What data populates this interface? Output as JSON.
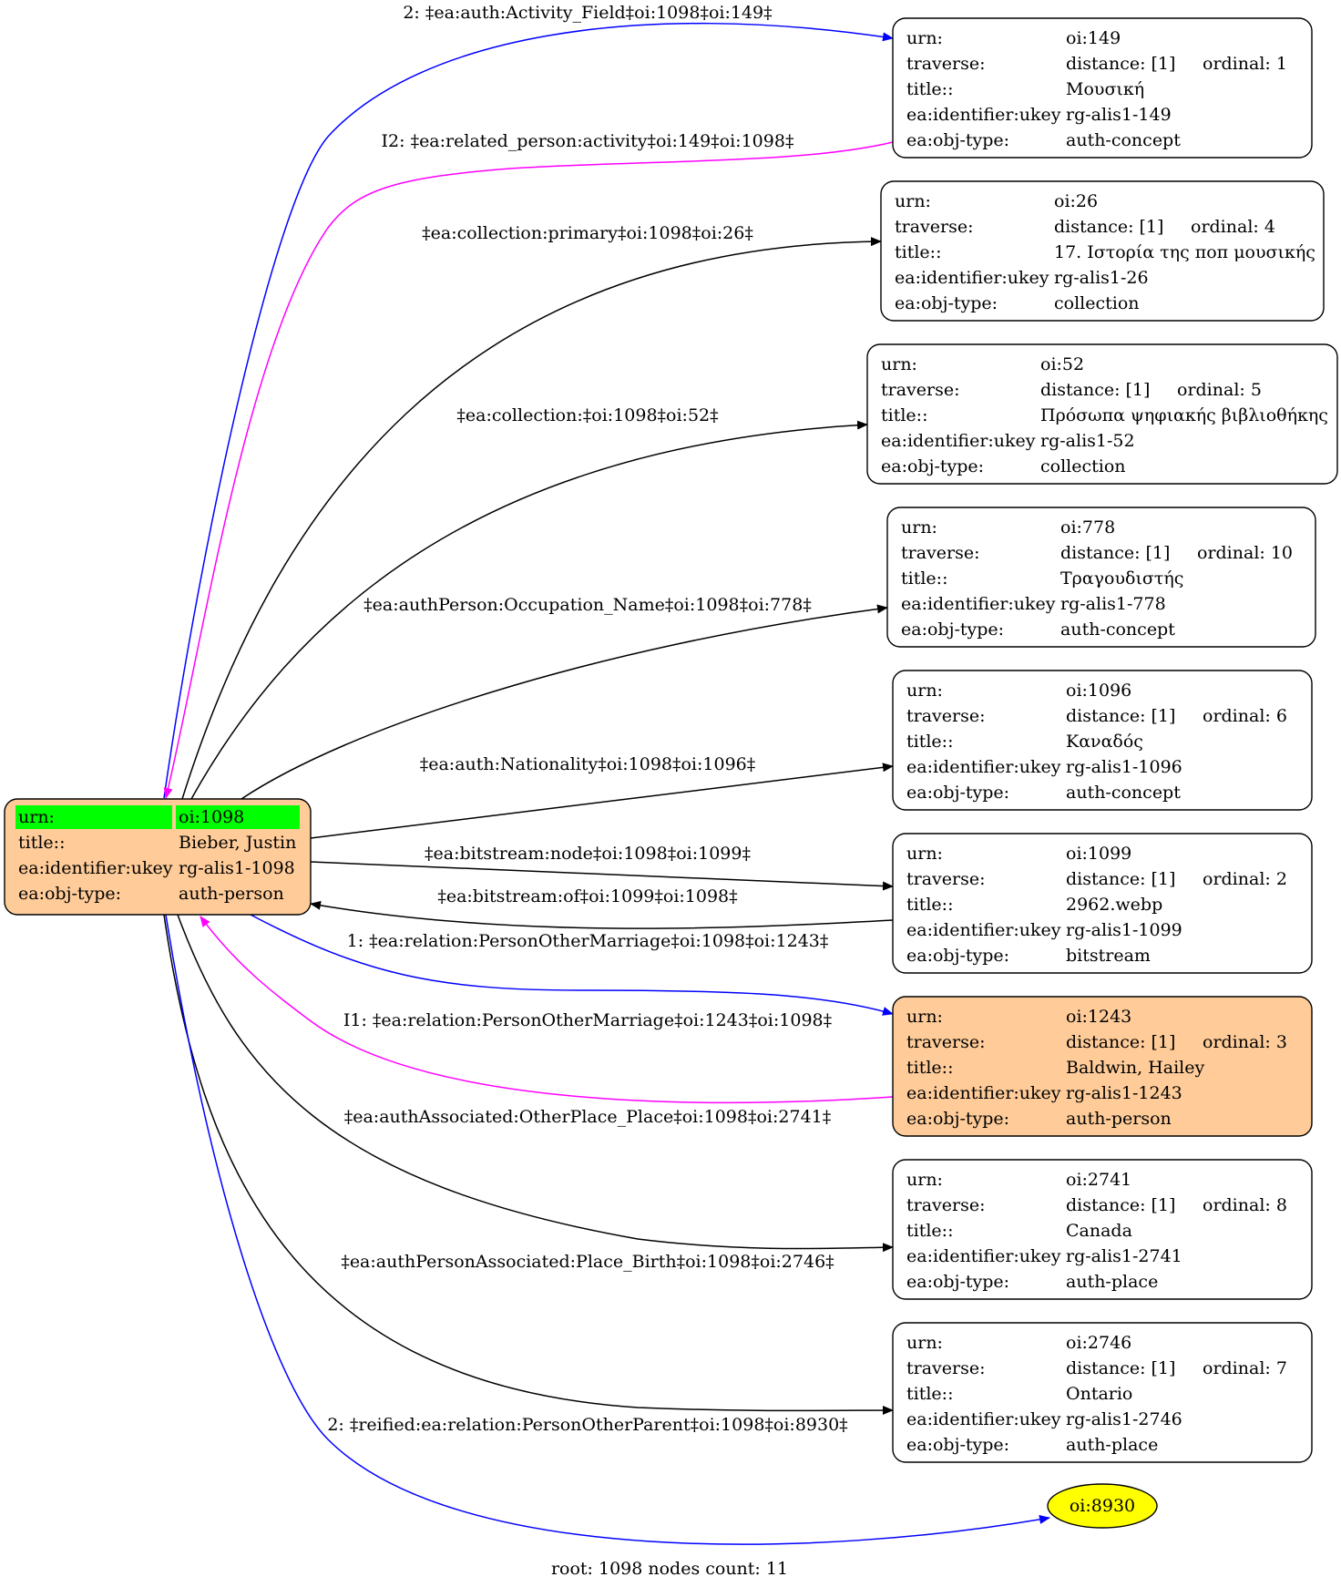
{
  "colors": {
    "edge_default": "#000000",
    "edge_blue": "#0000ff",
    "edge_magenta": "#ff00ff",
    "root_fill": "#ffcc99",
    "highlight_fill": "#ffcc99",
    "root_header_fill": "#00ff00",
    "ellipse_fill": "#ffff00"
  },
  "root": {
    "rows": [
      {
        "key": "urn:",
        "val": "oi:1098"
      },
      {
        "key": "title::",
        "val": "Bieber, Justin"
      },
      {
        "key": "ea:identifier:ukey",
        "val": "rg-alis1-1098"
      },
      {
        "key": "ea:obj-type:",
        "val": "auth-person"
      }
    ]
  },
  "nodes": [
    {
      "urn": "oi:149",
      "distance": "distance: [1]",
      "ordinal": "ordinal: 1",
      "title": "Μουσική",
      "ukey": "rg-alis1-149",
      "type": "auth-concept",
      "highlight": false
    },
    {
      "urn": "oi:26",
      "distance": "distance: [1]",
      "ordinal": "ordinal: 4",
      "title": "17. Ιστορία της ποπ μουσικής",
      "ukey": "rg-alis1-26",
      "type": "collection",
      "highlight": false
    },
    {
      "urn": "oi:52",
      "distance": "distance: [1]",
      "ordinal": "ordinal: 5",
      "title": "Πρόσωπα ψηφιακής βιβλιοθήκης",
      "ukey": "rg-alis1-52",
      "type": "collection",
      "highlight": false
    },
    {
      "urn": "oi:778",
      "distance": "distance: [1]",
      "ordinal": "ordinal: 10",
      "title": "Τραγουδιστής",
      "ukey": "rg-alis1-778",
      "type": "auth-concept",
      "highlight": false
    },
    {
      "urn": "oi:1096",
      "distance": "distance: [1]",
      "ordinal": "ordinal: 6",
      "title": "Καναδός",
      "ukey": "rg-alis1-1096",
      "type": "auth-concept",
      "highlight": false
    },
    {
      "urn": "oi:1099",
      "distance": "distance: [1]",
      "ordinal": "ordinal: 2",
      "title": "2962.webp",
      "ukey": "rg-alis1-1099",
      "type": "bitstream",
      "highlight": false
    },
    {
      "urn": "oi:1243",
      "distance": "distance: [1]",
      "ordinal": "ordinal: 3",
      "title": "Baldwin, Hailey",
      "ukey": "rg-alis1-1243",
      "type": "auth-person",
      "highlight": true
    },
    {
      "urn": "oi:2741",
      "distance": "distance: [1]",
      "ordinal": "ordinal: 8",
      "title": "Canada",
      "ukey": "rg-alis1-2741",
      "type": "auth-place",
      "highlight": false
    },
    {
      "urn": "oi:2746",
      "distance": "distance: [1]",
      "ordinal": "ordinal: 7",
      "title": "Ontario",
      "ukey": "rg-alis1-2746",
      "type": "auth-place",
      "highlight": false
    }
  ],
  "row_keys": {
    "urn": "urn:",
    "traverse": "traverse:",
    "title": "title::",
    "ukey": "ea:identifier:ukey",
    "type": "ea:obj-type:"
  },
  "ellipse": {
    "label": "oi:8930"
  },
  "edges": [
    {
      "label": "2: ‡ea:auth:Activity_Field‡oi:1098‡oi:149‡",
      "color": "blue"
    },
    {
      "label": "I2: ‡ea:related_person:activity‡oi:149‡oi:1098‡",
      "color": "magenta"
    },
    {
      "label": "‡ea:collection:primary‡oi:1098‡oi:26‡",
      "color": "black"
    },
    {
      "label": "‡ea:collection:‡oi:1098‡oi:52‡",
      "color": "black"
    },
    {
      "label": "‡ea:authPerson:Occupation_Name‡oi:1098‡oi:778‡",
      "color": "black"
    },
    {
      "label": "‡ea:auth:Nationality‡oi:1098‡oi:1096‡",
      "color": "black"
    },
    {
      "label": "‡ea:bitstream:node‡oi:1098‡oi:1099‡",
      "color": "black"
    },
    {
      "label": "‡ea:bitstream:of‡oi:1099‡oi:1098‡",
      "color": "black"
    },
    {
      "label": "1: ‡ea:relation:PersonOtherMarriage‡oi:1098‡oi:1243‡",
      "color": "blue"
    },
    {
      "label": "I1: ‡ea:relation:PersonOtherMarriage‡oi:1243‡oi:1098‡",
      "color": "magenta"
    },
    {
      "label": "‡ea:authAssociated:OtherPlace_Place‡oi:1098‡oi:2741‡",
      "color": "black"
    },
    {
      "label": "‡ea:authPersonAssociated:Place_Birth‡oi:1098‡oi:2746‡",
      "color": "black"
    },
    {
      "label": "2: ‡reified:ea:relation:PersonOtherParent‡oi:1098‡oi:8930‡",
      "color": "blue"
    }
  ],
  "footer": "root: 1098 nodes count: 11"
}
